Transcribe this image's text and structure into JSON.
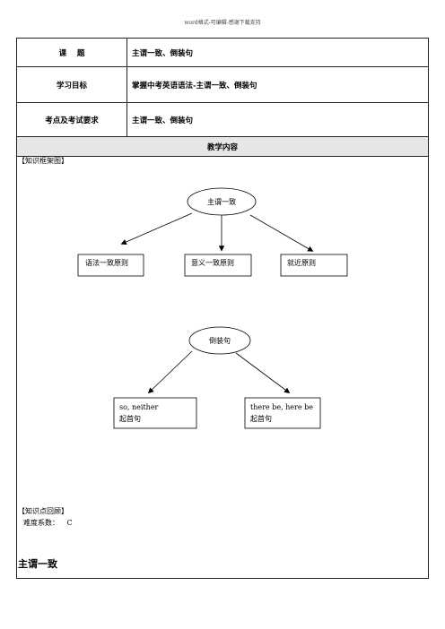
{
  "header_note": "word格式-可编辑-感谢下载支持",
  "table": {
    "rows": [
      {
        "label": "课    题",
        "value": "主谓一致、倒装句"
      },
      {
        "label": "学习目标",
        "value": "掌握中考英语语法-主谓一致、倒装句"
      },
      {
        "label": "考点及考试要求",
        "value": "主谓一致、倒装句"
      }
    ],
    "section_title": "教学内容"
  },
  "framework_label": "【知识框架图】",
  "diagram": {
    "root1": "主谓一致",
    "children1": [
      "语法一致原则",
      "意义一致原则",
      "就近原则"
    ],
    "root2": "倒装句",
    "children2": [
      [
        "so, neither",
        "起首句"
      ],
      [
        "there be, here be",
        "起首句"
      ]
    ]
  },
  "review_label": "【知识点回顾】",
  "difficulty": {
    "label": "难度系数：",
    "value": "C"
  },
  "heading": "主谓一致"
}
